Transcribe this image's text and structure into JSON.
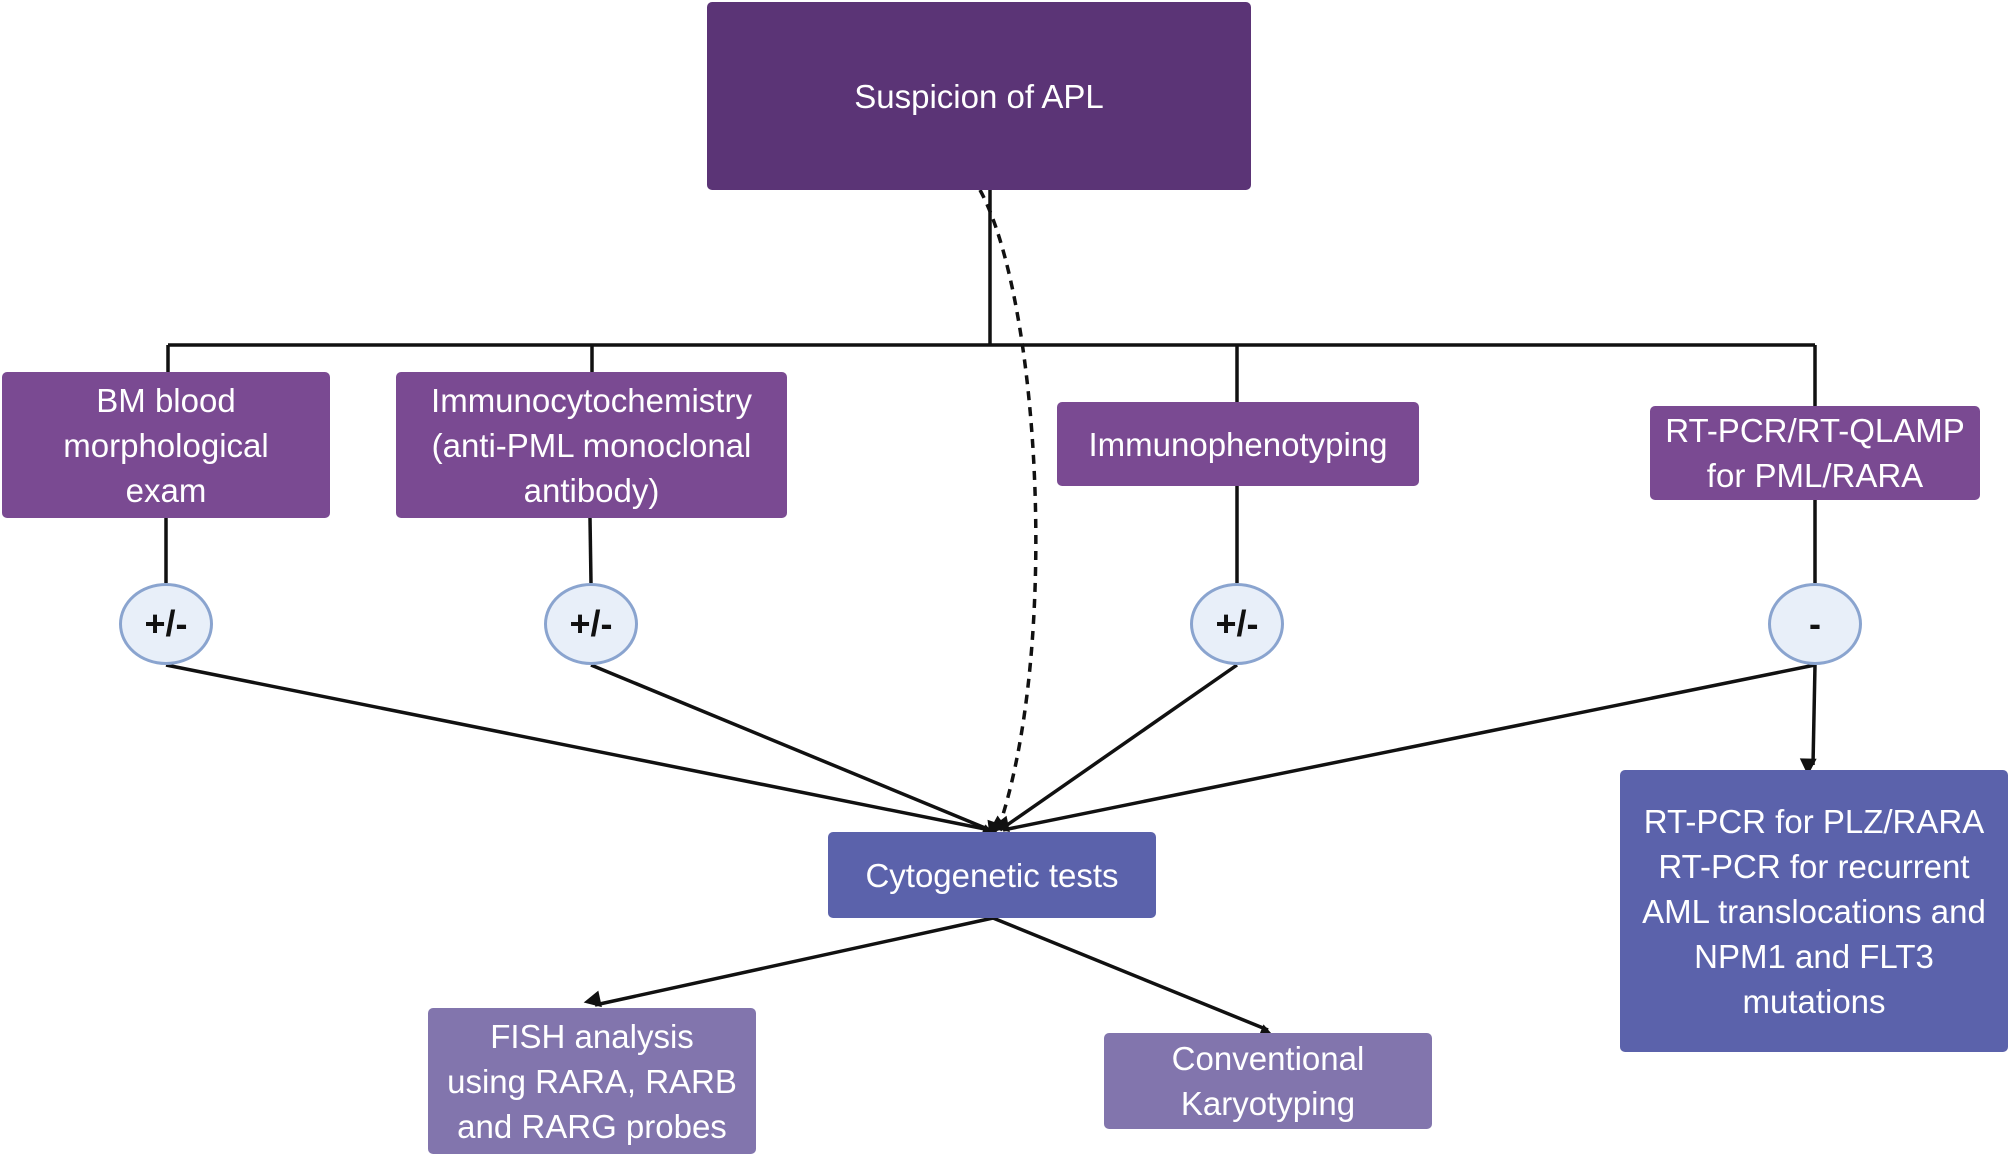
{
  "nodes": {
    "root": "Suspicion of APL",
    "bm": [
      "BM blood",
      "morphological",
      "exam"
    ],
    "icc": [
      "Immunocytochemistry",
      "(anti-PML monoclonal",
      "antibody)"
    ],
    "ipt": [
      "Immunophenotyping"
    ],
    "rtpcr": [
      "RT-PCR/RT-QLAMP",
      "for PML/RARA"
    ],
    "cyto": "Cytogenetic tests",
    "fish": [
      "FISH analysis",
      "using RARA, RARB",
      "and RARG probes"
    ],
    "karyo": [
      "Conventional",
      "Karyotyping"
    ],
    "further": [
      "RT-PCR for PLZ/RARA",
      "RT-PCR for recurrent",
      "AML translocations and",
      "NPM1 and FLT3",
      "mutations"
    ]
  },
  "results": {
    "bm": "+/-",
    "icc": "+/-",
    "ipt": "+/-",
    "rtpcr": "-"
  },
  "colors": {
    "root": "#5b3476",
    "methods": "#7a4a92",
    "cytogenetic": "#5b62ab",
    "cytogenetic_outcomes": "#8275ad",
    "result_fill": "#e8eff9",
    "result_border": "#8aa4cf"
  }
}
